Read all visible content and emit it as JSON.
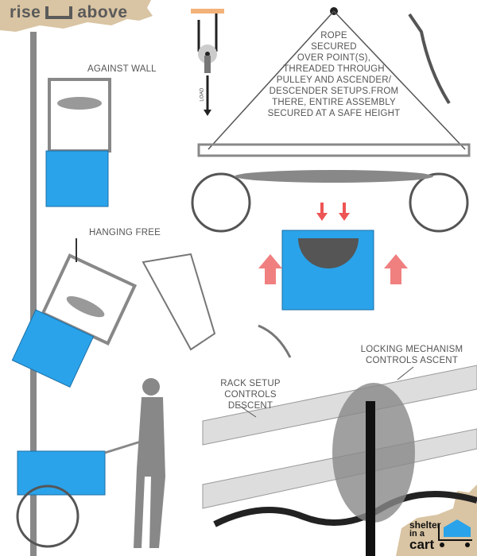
{
  "logos": {
    "top": {
      "word1": "rise",
      "word2": "above"
    },
    "bottom": {
      "line1": "shelter",
      "line2": "in a",
      "line3": "cart"
    }
  },
  "labels": {
    "against_wall": "AGAINST WALL",
    "hanging_free": "HANGING FREE",
    "rope_note": [
      "ROPE",
      "SECURED",
      "OVER POINT(S),",
      "THREADED THROUGH",
      "PULLEY AND ASCENDER/",
      "DESCENDER SETUPS.FROM",
      "THERE, ENTIRE ASSEMBLY",
      "SECURED AT A SAFE HEIGHT"
    ],
    "locking": [
      "LOCKING MECHANISM",
      "CONTROLS ASCENT"
    ],
    "rack": [
      "RACK SETUP",
      "CONTROLS DESCENT"
    ],
    "pulley_load": "LOAD"
  },
  "colors": {
    "box_blue": "#2aa3ea",
    "arrow_red": "#f08080",
    "paper": "#d9c4a3",
    "house_blue": "#2aa3ea"
  }
}
